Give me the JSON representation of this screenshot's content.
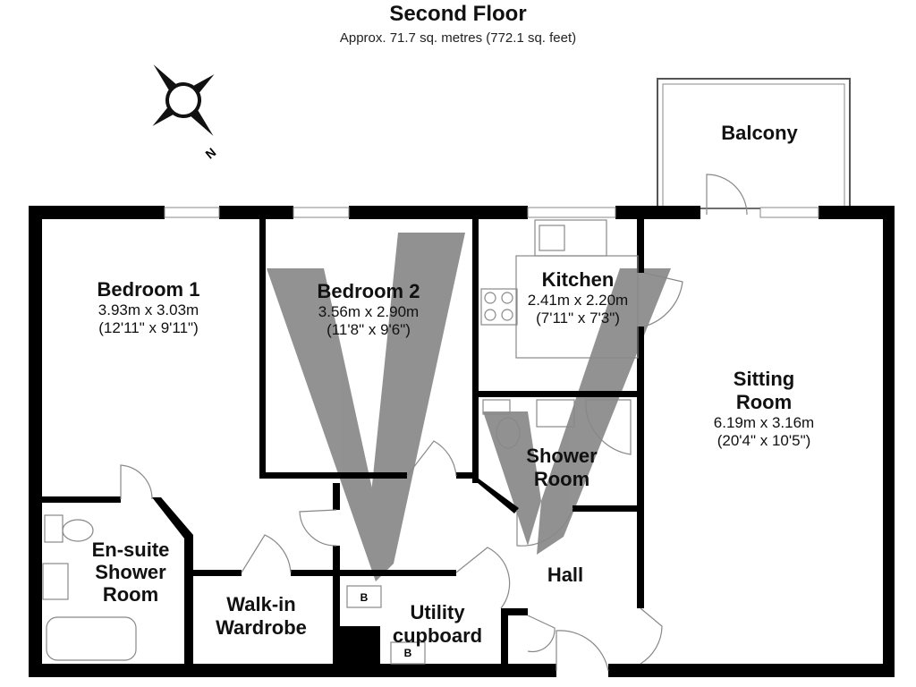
{
  "header": {
    "title": "Second Floor",
    "area": "Approx. 71.7 sq. metres (772.1 sq. feet)"
  },
  "compass": {
    "label": "N"
  },
  "rooms": {
    "balcony": {
      "name": "Balcony"
    },
    "bedroom1": {
      "name": "Bedroom 1",
      "metric": "3.93m x 3.03m",
      "imperial": "(12'11\" x 9'11\")"
    },
    "bedroom2": {
      "name": "Bedroom 2",
      "metric": "3.56m x 2.90m",
      "imperial": "(11'8\" x 9'6\")"
    },
    "kitchen": {
      "name": "Kitchen",
      "metric": "2.41m x 2.20m",
      "imperial": "(7'11\" x 7'3\")"
    },
    "sitting": {
      "name_line1": "Sitting",
      "name_line2": "Room",
      "metric": "6.19m x 3.16m",
      "imperial": "(20'4\" x 10'5\")"
    },
    "shower": {
      "name_line1": "Shower",
      "name_line2": "Room"
    },
    "ensuite": {
      "name_line1": "En-suite",
      "name_line2": "Shower",
      "name_line3": "Room"
    },
    "wardrobe": {
      "name_line1": "Walk-in",
      "name_line2": "Wardrobe"
    },
    "utility": {
      "name_line1": "Utility",
      "name_line2": "cupboard"
    },
    "hall": {
      "name": "Hall"
    }
  },
  "boiler_labels": {
    "b1": "B",
    "b2": "B"
  },
  "colors": {
    "wall": "#000000",
    "watermark": "#8c8c8c"
  }
}
